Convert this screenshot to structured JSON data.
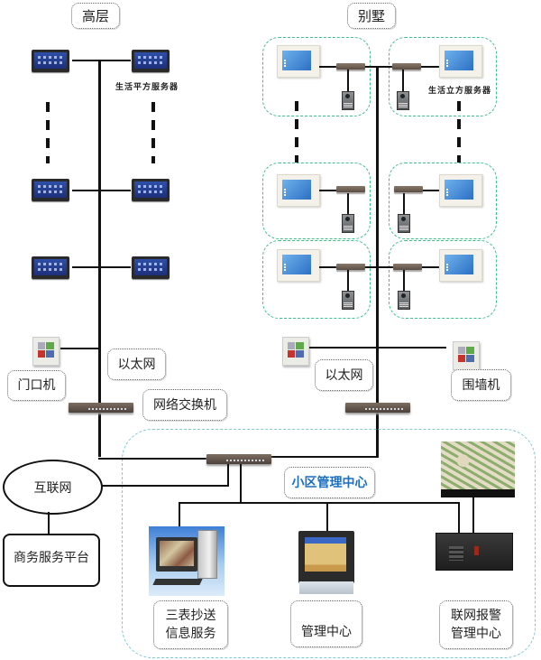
{
  "sections": {
    "highrise": {
      "title": "高层",
      "device_caption": "生活平方服务器"
    },
    "villa": {
      "title": "别墅",
      "device_caption": "生活立方服务器"
    }
  },
  "labels": {
    "door_machine": "门口机",
    "ethernet_left": "以太网",
    "ethernet_right": "以太网",
    "network_switch": "网络交换机",
    "wall_machine": "围墙机",
    "internet": "互联网",
    "business_platform": "商务服务平台",
    "community_center": "小区管理中心",
    "meter_service_line1": "三表抄送",
    "meter_service_line2": "信息服务",
    "management_center": "管理中心",
    "alarm_center_line1": "联网报警",
    "alarm_center_line2": "管理中心"
  },
  "colors": {
    "villa_group_border": "#3cbf8a",
    "management_area_border": "#7fc9d2",
    "community_center_text": "#1a6fc0",
    "line": "#111111"
  }
}
